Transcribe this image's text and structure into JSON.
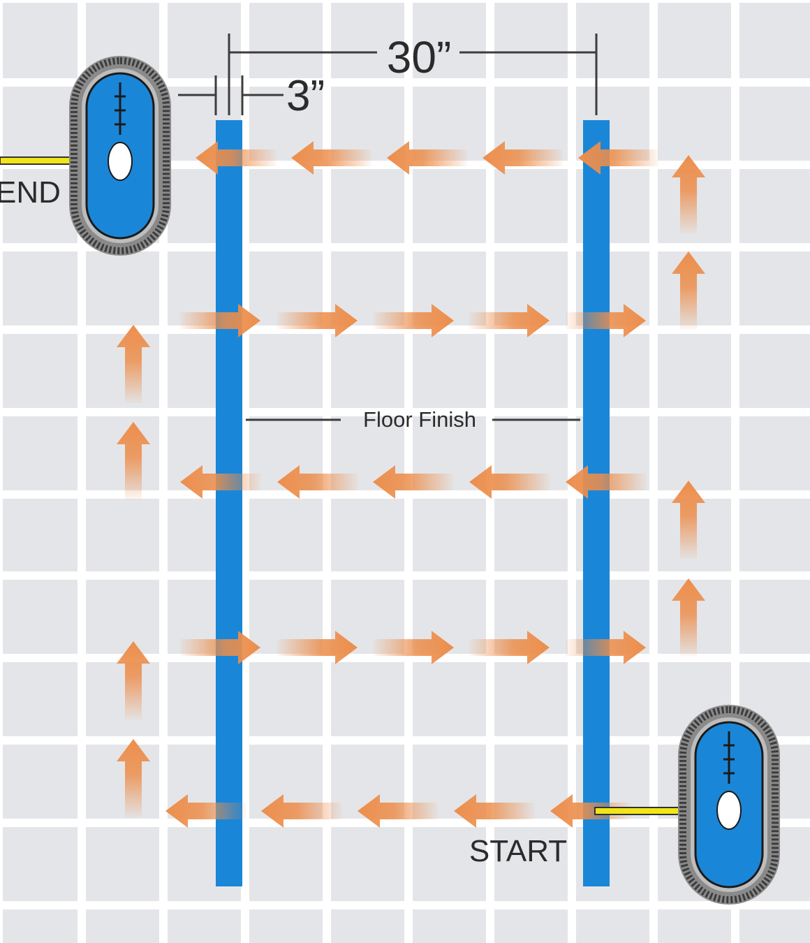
{
  "diagram": {
    "labels": {
      "dim_30": "30”",
      "dim_3": "3”",
      "floor_finish": "Floor Finish",
      "start": "START",
      "end": "END"
    },
    "colors": {
      "background": "#e4e5e8",
      "grout": "#ffffff",
      "finish_strip": "#1a86d8",
      "arrow": "#ec8e4c",
      "cord": "#f1e51a",
      "pad_ring": "#6b6b6b",
      "text": "#2b2b2b"
    },
    "icons": [
      "floor-machine-icon",
      "arrow-right-icon",
      "arrow-left-icon",
      "arrow-up-icon",
      "power-cord-icon"
    ]
  }
}
